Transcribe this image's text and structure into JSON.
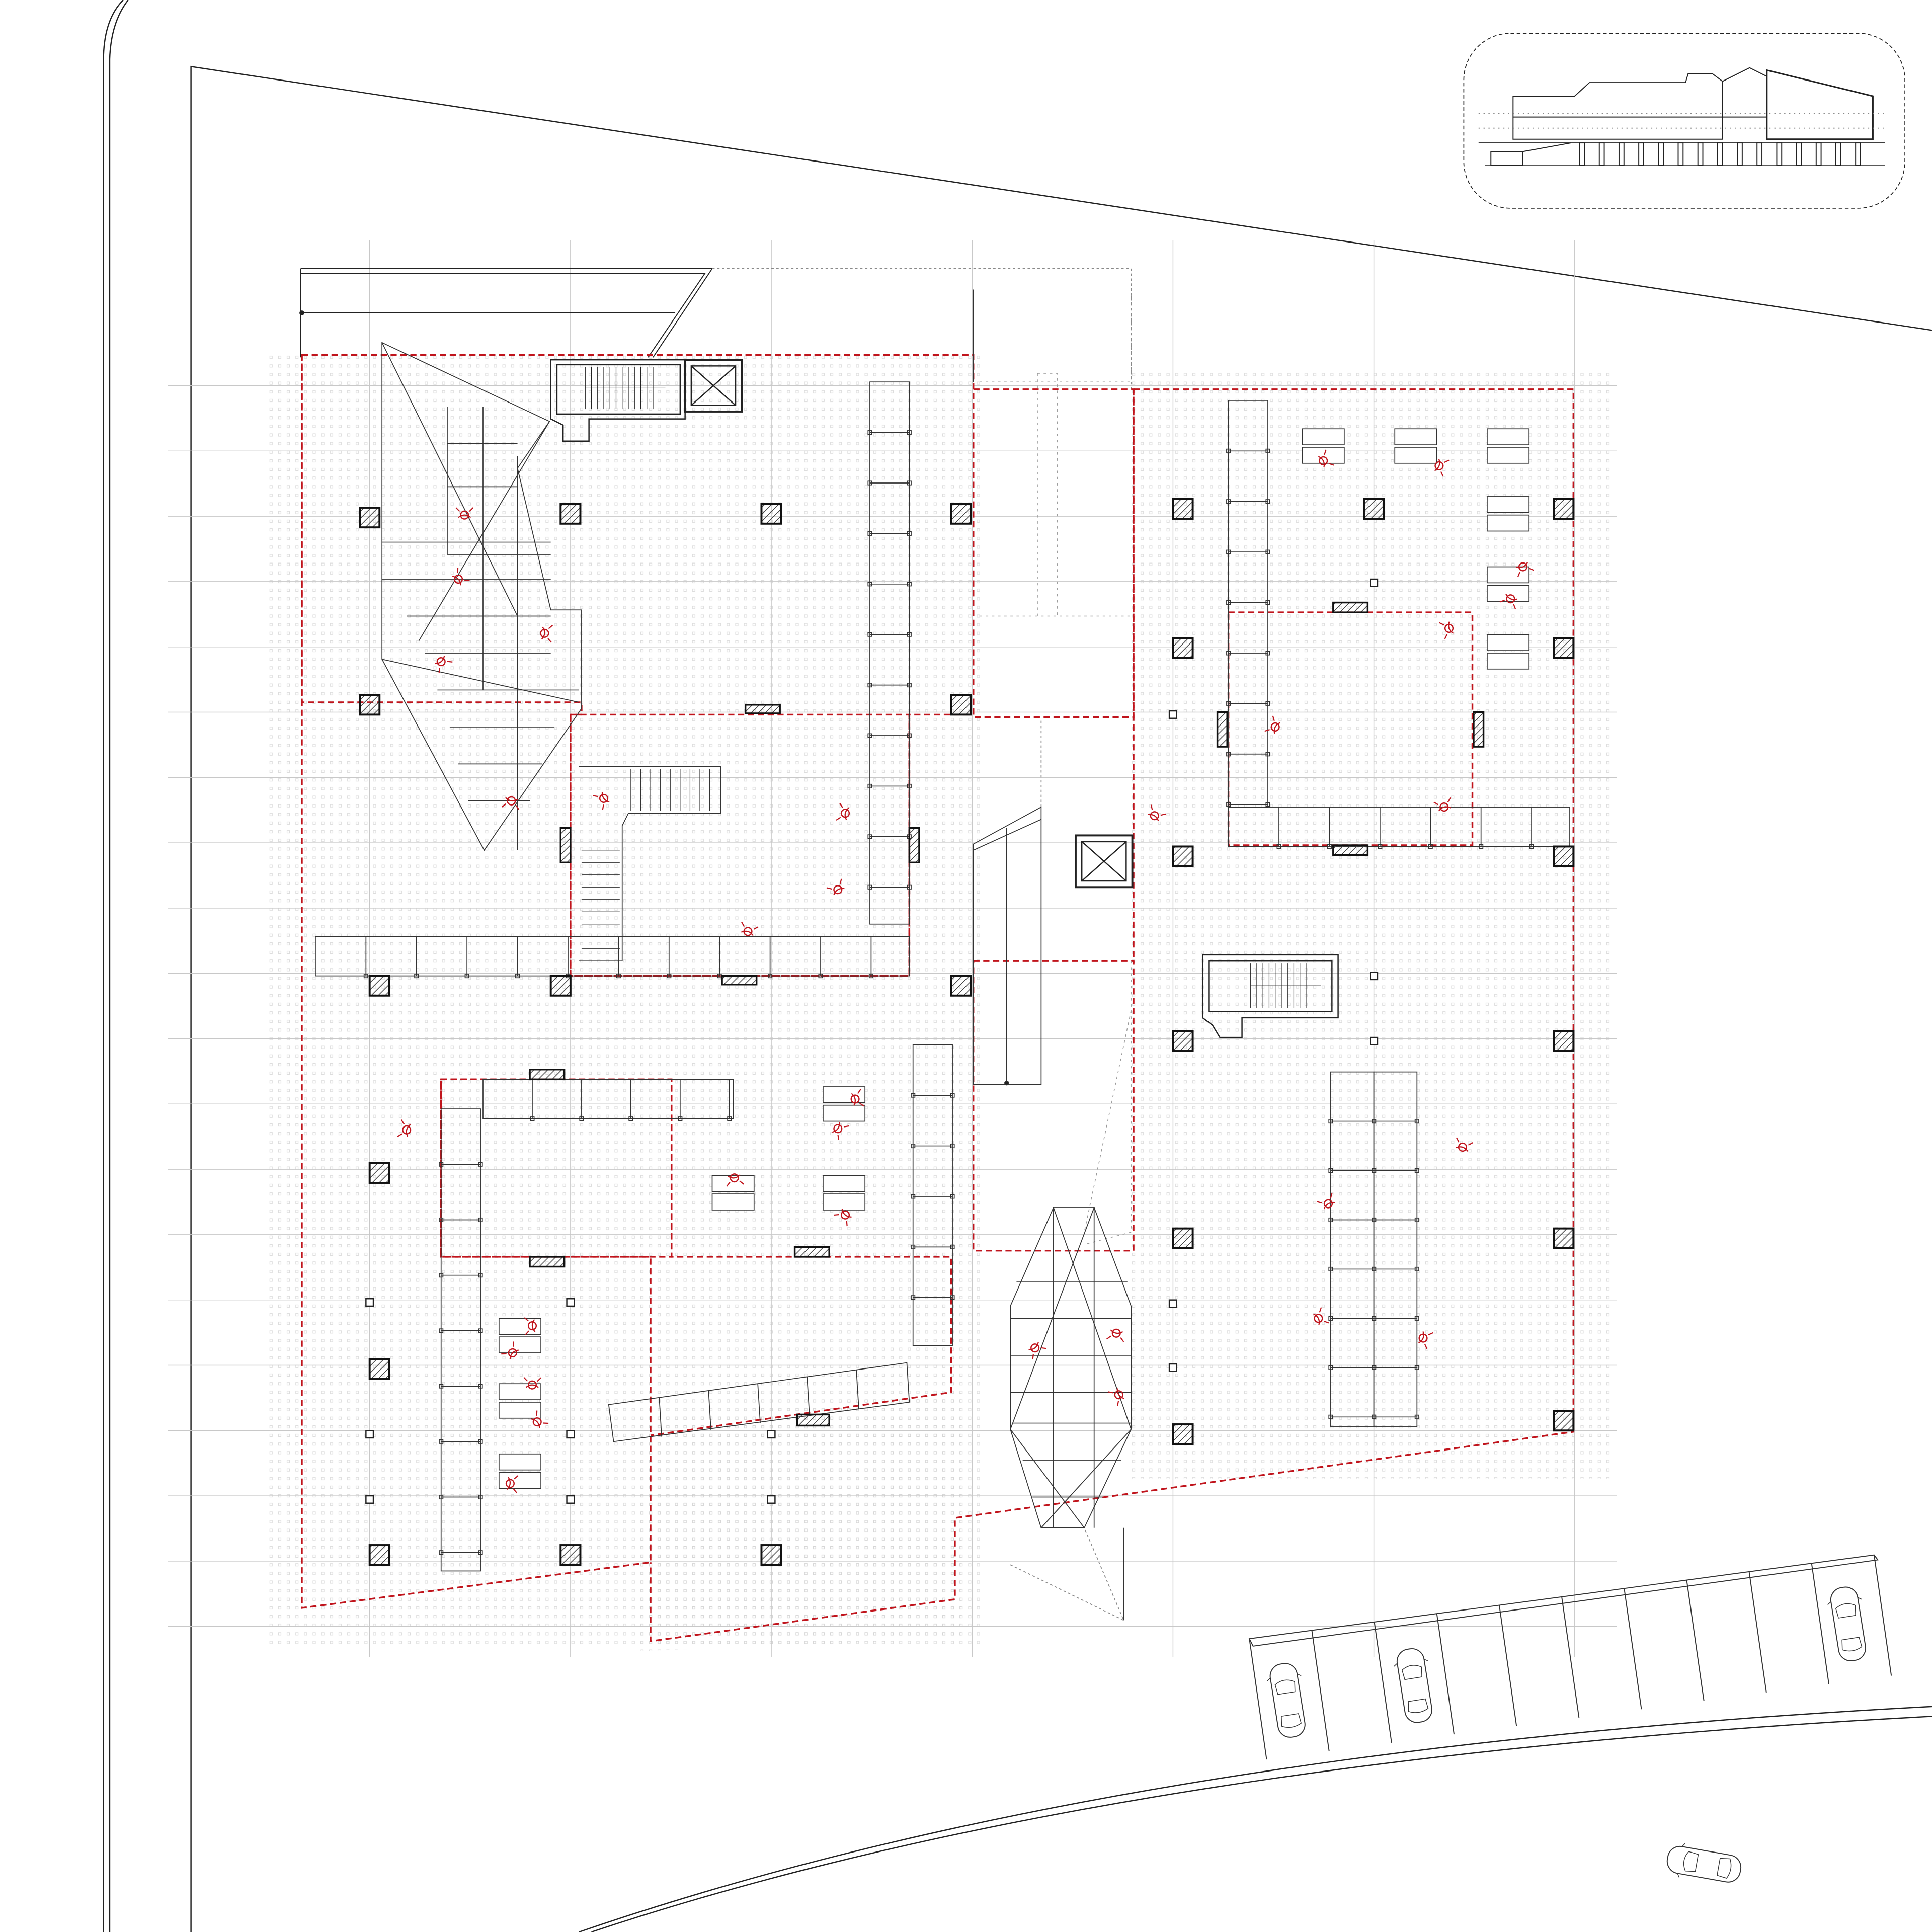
{
  "drawing": {
    "type": "architectural-floor-plan",
    "line_color": "#222222",
    "grid_color": "#c8c8c8",
    "zone_color": "#c0141c",
    "hatch_color": "#444444",
    "column_hatch": "diagonal",
    "text_labels": []
  },
  "zones": [
    {
      "name": "zone-northwest"
    },
    {
      "name": "zone-central-west"
    },
    {
      "name": "zone-central-corridor-north"
    },
    {
      "name": "zone-central-corridor-south"
    },
    {
      "name": "zone-northeast"
    },
    {
      "name": "zone-east-inner"
    },
    {
      "name": "zone-southwest-workspace"
    },
    {
      "name": "zone-south-central"
    }
  ],
  "features": [
    "stair-north",
    "stair-central",
    "stair-east",
    "elevator-north",
    "elevator-central",
    "ramp-northwest",
    "ramp-south-central",
    "parking-lot",
    "elevation-inset",
    "site-boundary"
  ],
  "parking": {
    "bays": 10,
    "cars_parked": 3,
    "cars_on_road": 1
  },
  "people": {
    "count": 34,
    "color": "#c0141c"
  }
}
